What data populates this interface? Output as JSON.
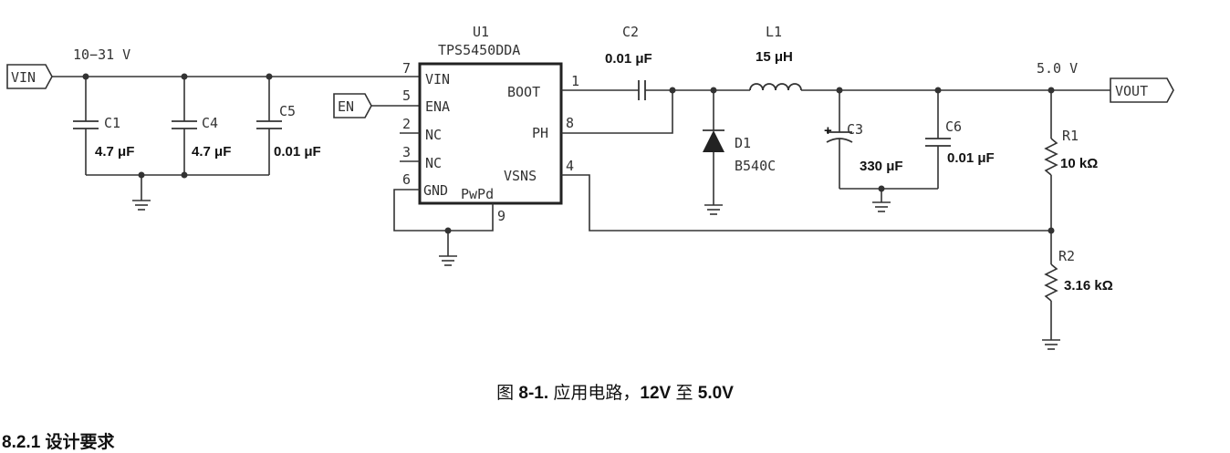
{
  "ports": {
    "vin": "VIN",
    "en": "EN",
    "vout": "VOUT"
  },
  "voltages": {
    "input_range": "10−31 V",
    "output": "5.0 V"
  },
  "ic": {
    "ref": "U1",
    "part": "TPS5450DDA",
    "pins": {
      "vin": {
        "num": "7",
        "name": "VIN"
      },
      "ena": {
        "num": "5",
        "name": "ENA"
      },
      "nc1": {
        "num": "2",
        "name": "NC"
      },
      "nc2": {
        "num": "3",
        "name": "NC"
      },
      "gnd": {
        "num": "6",
        "name": "GND"
      },
      "pwpd": {
        "num": "9",
        "name": "PwPd"
      },
      "boot": {
        "num": "1",
        "name": "BOOT"
      },
      "ph": {
        "num": "8",
        "name": "PH"
      },
      "vsns": {
        "num": "4",
        "name": "VSNS"
      }
    }
  },
  "components": {
    "c1": {
      "ref": "C1",
      "value": "4.7 μF"
    },
    "c4": {
      "ref": "C4",
      "value": "4.7 μF"
    },
    "c5": {
      "ref": "C5",
      "value": "0.01 μF"
    },
    "c2": {
      "ref": "C2",
      "value": "0.01 μF"
    },
    "l1": {
      "ref": "L1",
      "value": "15 μH"
    },
    "d1": {
      "ref": "D1",
      "value": "B540C"
    },
    "c3": {
      "ref": "C3",
      "value": "330 μF",
      "polarity": "+"
    },
    "c6": {
      "ref": "C6",
      "value": "0.01 μF"
    },
    "r1": {
      "ref": "R1",
      "value": "10 kΩ"
    },
    "r2": {
      "ref": "R2",
      "value": "3.16 kΩ"
    }
  },
  "caption": {
    "prefix": "图 ",
    "number": "8-1.",
    "text": " 应用电路，",
    "v_in": "12V",
    "to": " 至 ",
    "v_out": "5.0V"
  },
  "section_heading": "8.2.1 设计要求"
}
